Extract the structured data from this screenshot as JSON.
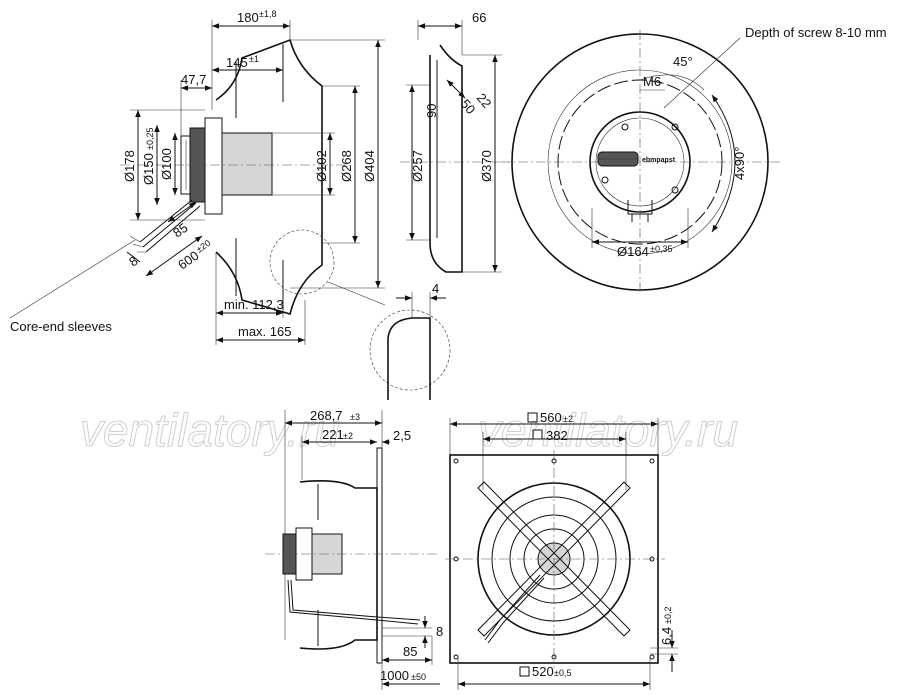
{
  "watermarks": [
    "ventilatory.ru",
    "ventilatory.ru"
  ],
  "labels": {
    "core_end_sleeves": "Core-end sleeves",
    "depth_of_screw": "Depth of screw 8-10 mm",
    "brand": "ebmpapst"
  },
  "side_view": {
    "d180": "180",
    "d180_tol": "±1,8",
    "d145": "145",
    "d145_tol": "±1",
    "d47_7": "47,7",
    "d178": "Ø178",
    "d150": "Ø150",
    "d150_tol": "±0,25",
    "d100": "Ø100",
    "d102": "Ø102",
    "d268": "Ø268",
    "d404": "Ø404",
    "d85": "85",
    "d8": "8",
    "d600": "600",
    "d600_tol": "±20",
    "min_len": "min. 112,3",
    "max_len": "max. 165"
  },
  "section_view": {
    "d66": "66",
    "d22": "22",
    "d50": "50",
    "d90": "90",
    "d257": "Ø257",
    "d370": "Ø370",
    "d4": "4"
  },
  "front_view": {
    "angle45": "45°",
    "m6": "M6",
    "holes": "4x90°",
    "d164": "Ø164",
    "d164_tol": "±0,35"
  },
  "mount_side": {
    "d268_7": "268,7",
    "d268_7_tol": "±3",
    "d221": "221",
    "d221_tol": "±2",
    "d2_5": "2,5",
    "d8": "8",
    "d85": "85",
    "d1000": "1000",
    "d1000_tol": "±50"
  },
  "mount_front": {
    "d560": "560",
    "d560_tol": "±2",
    "d382": "382",
    "d520": "520",
    "d520_tol": "±0,5",
    "d6_4": "6,4",
    "d6_4_tol": "±0,2"
  }
}
